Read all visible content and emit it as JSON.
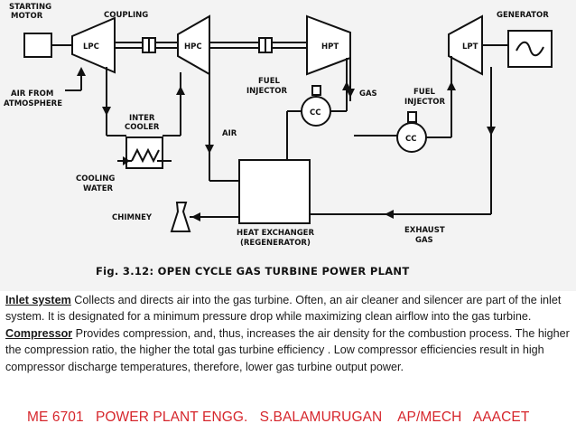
{
  "diagram": {
    "caption": "Fig. 3.12: OPEN CYCLE GAS TURBINE POWER PLANT",
    "labels": {
      "starting_motor_1": "STARTING",
      "starting_motor_2": "MOTOR",
      "coupling": "COUPLING",
      "generator": "GENERATOR",
      "lpc": "LPC",
      "hpc": "HPC",
      "hpt": "HPT",
      "lpt": "LPT",
      "air_from_1": "AIR FROM",
      "air_from_2": "ATMOSPHERE",
      "fuel_injector_1_a": "FUEL",
      "fuel_injector_1_b": "INJECTOR",
      "fuel_injector_2_a": "FUEL",
      "fuel_injector_2_b": "INJECTOR",
      "gas": "GAS",
      "cc_1": "CC",
      "cc_2": "CC",
      "inter_cooler_1": "INTER",
      "inter_cooler_2": "COOLER",
      "air": "AIR",
      "cooling_water_1": "COOLING",
      "cooling_water_2": "WATER",
      "chimney": "CHIMNEY",
      "heat_exchanger_1": "HEAT EXCHANGER",
      "heat_exchanger_2": "(REGENERATOR)",
      "exhaust_1": "EXHAUST",
      "exhaust_2": "GAS"
    }
  },
  "text": {
    "inlet_term": "Inlet system",
    "inlet_desc": " Collects and directs air into the gas turbine. Often, an air cleaner and silencer are part of the inlet system. It is designated for a minimum pressure drop while maximizing clean airflow into the gas turbine.",
    "compressor_term": "Compressor",
    "compressor_desc": " Provides compression, and, thus, increases the air density for the combustion process. The higher the compression ratio, the higher the total gas turbine efficiency . Low compressor efficiencies result in high compressor discharge temperatures, therefore, lower gas turbine output power."
  },
  "footer": "ME 6701   POWER PLANT ENGG.   S.BALAMURUGAN    AP/MECH   AAACET"
}
